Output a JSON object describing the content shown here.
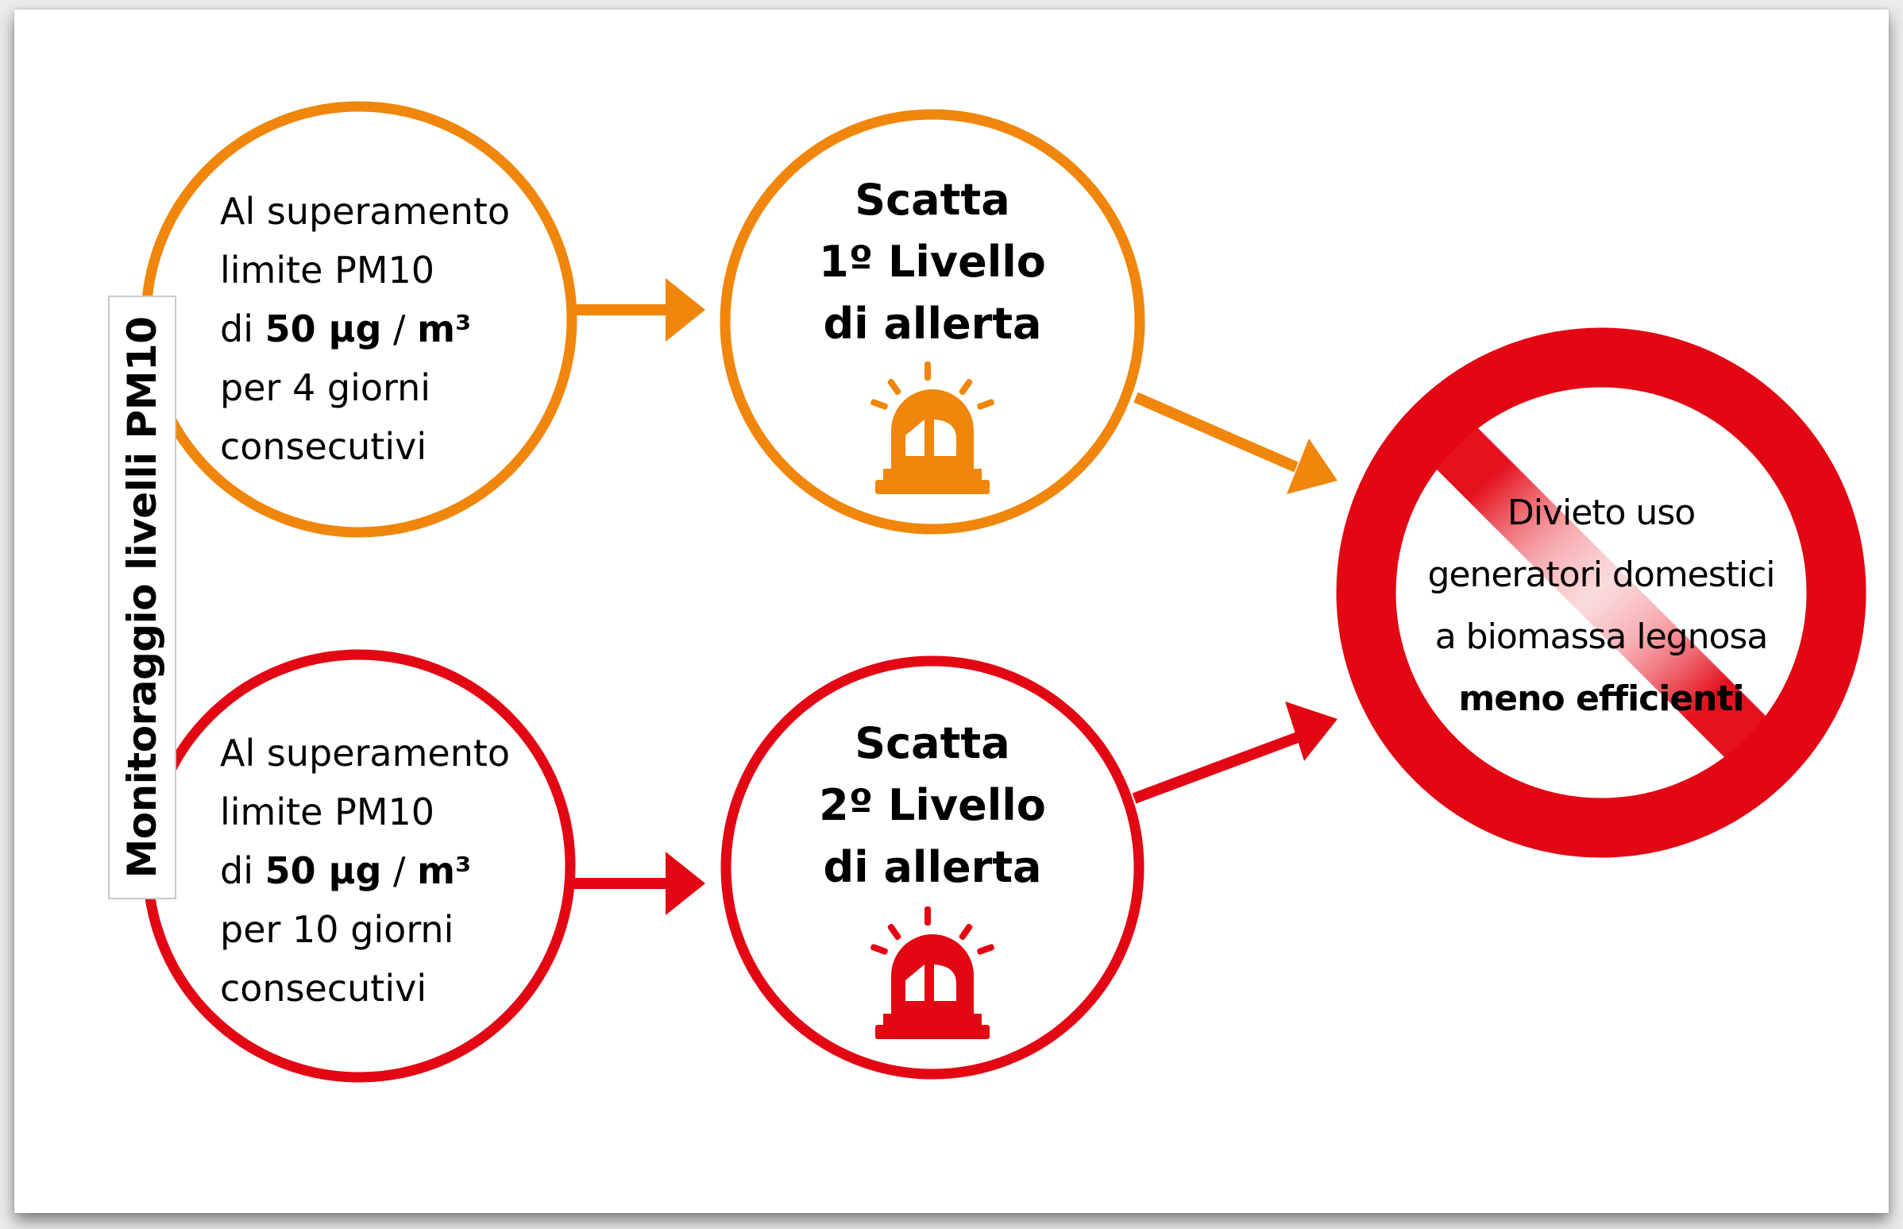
{
  "title": "Monitoraggio livelli PM10",
  "colors": {
    "orange": "#f0860b",
    "red": "#e30613",
    "text": "#000000",
    "background": "#ffffff"
  },
  "condition1": {
    "line1": "Al superamento",
    "line2": "limite PM10",
    "line3_prefix": "di ",
    "line3_value": "50 µg",
    "line3_sep": " / ",
    "line3_unit": "m³",
    "line4": "per 4 giorni",
    "line5": "consecutivi"
  },
  "condition2": {
    "line1": "Al superamento",
    "line2": "limite PM10",
    "line3_prefix": "di ",
    "line3_value": "50 µg",
    "line3_sep": " / ",
    "line3_unit": "m³",
    "line4": "per 10 giorni",
    "line5": "consecutivi"
  },
  "alert1": {
    "line1": "Scatta",
    "line2": "1º Livello",
    "line3": "di allerta",
    "icon": "siren-icon"
  },
  "alert2": {
    "line1": "Scatta",
    "line2": "2º Livello",
    "line3": "di allerta",
    "icon": "siren-icon"
  },
  "ban": {
    "line1": "Divieto uso",
    "line2": "generatori domestici",
    "line3": "a biomassa legnosa",
    "line4": "meno efficienti",
    "icon": "no-entry-sign"
  }
}
